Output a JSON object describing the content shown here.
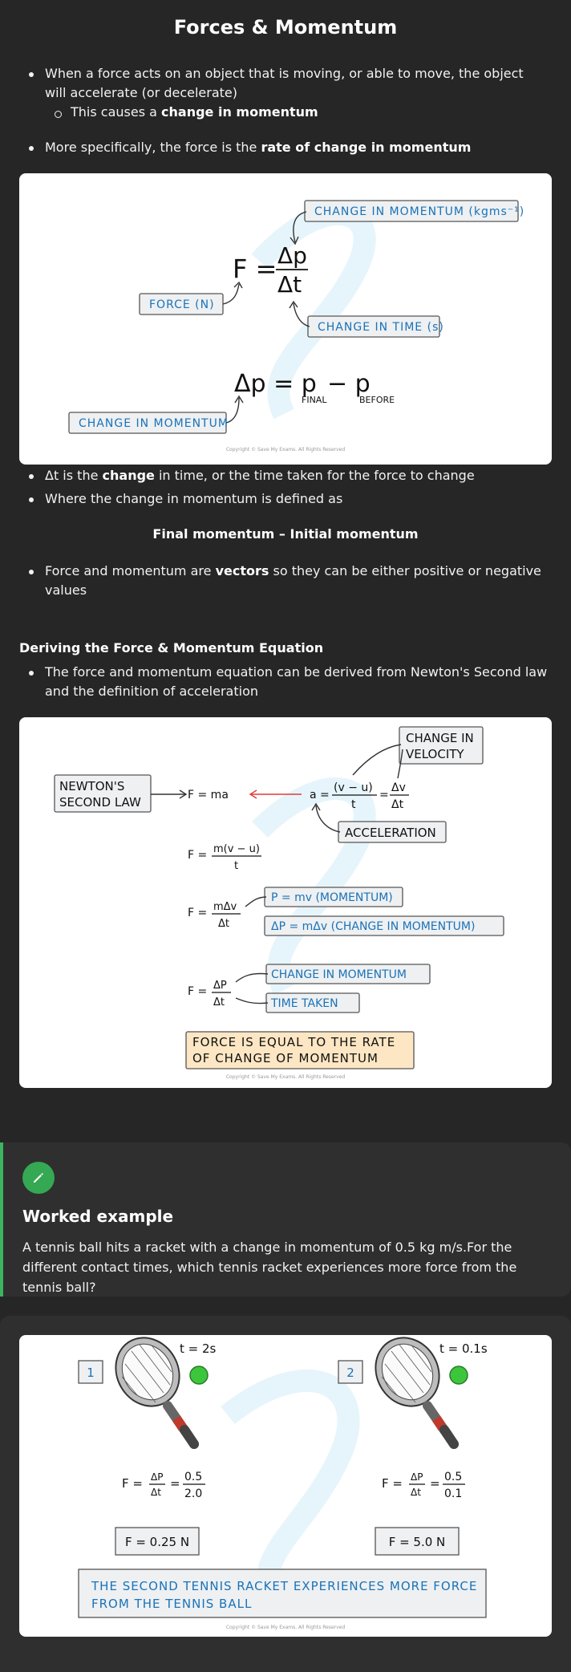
{
  "page_title": "Forces & Momentum",
  "intro": {
    "b1": "When a force acts on an object that is moving, or able to move, the object will accelerate (or decelerate)",
    "b1_sub_pre": "This causes a ",
    "b1_sub_bold": "change in momentum",
    "b2_pre": "More specifically, the force is the ",
    "b2_bold": "rate of change in momentum"
  },
  "diagram1": {
    "label_change_momentum_units": "CHANGE IN MOMENTUM (kgms⁻¹)",
    "label_force": "FORCE (N)",
    "label_change_time": "CHANGE IN TIME (s)",
    "label_change_momentum": "CHANGE IN MOMENTUM",
    "formula_F": "F =",
    "formula_num": "Δp",
    "formula_den": "Δt",
    "formula2_lhs": "Δp = p",
    "formula2_final": "FINAL",
    "formula2_minus": "− p",
    "formula2_before": "BEFORE",
    "copyright": "Copyright © Save My Exams. All Rights Reserved"
  },
  "mid": {
    "b3_pre": "Δt is the ",
    "b3_bold": "change",
    "b3_post": " in time, or the time taken for the force to change",
    "b4": "Where the change in momentum is defined as",
    "centered": "Final momentum – Initial momentum",
    "b5_pre": "Force and momentum are ",
    "b5_bold": "vectors",
    "b5_post": " so they can be either positive or negative values"
  },
  "derive": {
    "heading": "Deriving the Force & Momentum Equation",
    "b6": "The force and momentum equation can be derived from Newton's Second law and the definition of acceleration"
  },
  "diagram2": {
    "newtons_l1": "NEWTON'S",
    "newtons_l2": "SECOND LAW",
    "f_ma": "F = ma",
    "a_eq": "a =",
    "vu": "(v − u)",
    "t": "t",
    "dv": "Δv",
    "dt": "Δt",
    "eq": "=",
    "change_vel_l1": "CHANGE IN",
    "change_vel_l2": "VELOCITY",
    "acceleration": "ACCELERATION",
    "f_eq": "F =",
    "mvu": "m(v − u)",
    "mdv": "mΔv",
    "dP": "ΔP",
    "p_mv": "P = mv (MOMENTUM)",
    "dp_mdv": "ΔP = mΔv (CHANGE IN MOMENTUM)",
    "change_momentum": "CHANGE IN MOMENTUM",
    "time_taken": "TIME TAKEN",
    "result_l1": "FORCE IS EQUAL TO THE RATE",
    "result_l2": "OF CHANGE OF MOMENTUM",
    "copyright": "Copyright © Save My Exams. All Rights Reserved"
  },
  "worked": {
    "title": "Worked example",
    "text": "A tennis ball hits a racket with a change in momentum of 0.5 kg m/s.For the different contact times, which tennis racket experiences more force from the tennis ball?"
  },
  "diagram3": {
    "box1": "1",
    "box2": "2",
    "t1": "t = 2s",
    "t2": "t = 0.1s",
    "f_eq": "F =",
    "dp": "ΔP",
    "dt": "Δt",
    "eq": "=",
    "num": "0.5",
    "den1": "2.0",
    "den2": "0.1",
    "r1": "F = 0.25 N",
    "r2": "F = 5.0 N",
    "concl_l1": "THE SECOND TENNIS RACKET EXPERIENCES MORE FORCE",
    "concl_l2": "FROM THE TENNIS BALL",
    "copyright": "Copyright © Save My Exams. All Rights Reserved"
  },
  "colors": {
    "label_blue": "#1a73b8",
    "label_fill": "#eef0f2",
    "result_fill": "#fde6c3",
    "green": "#34a853",
    "arrow_red": "#e03b3b"
  }
}
